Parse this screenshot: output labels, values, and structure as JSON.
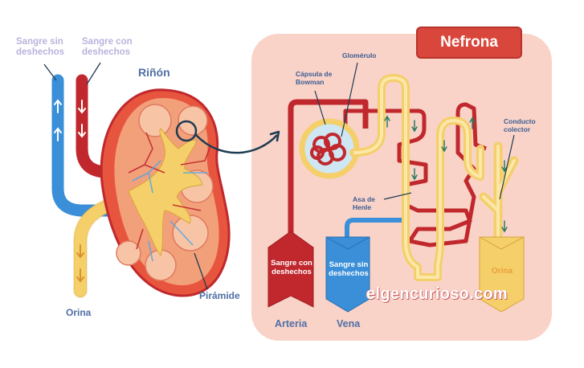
{
  "colors": {
    "artery_red": "#c0282d",
    "vein_blue": "#3a8fd8",
    "urine_yellow": "#f4cf6a",
    "panel_pink": "#f9d3c8",
    "title_red": "#d9463b"
  },
  "labels": {
    "blood_clean": "Sangre sin deshechos",
    "blood_waste": "Sangre con deshechos",
    "kidney": "Riñón",
    "urine": "Orina",
    "pyramid": "Pirámide",
    "glomerulus": "Glomérulo",
    "bowman_capsule": "Cápsula de Bowman",
    "loop_henle": "Asa de Henle",
    "collecting_duct": "Conducto colector",
    "nephron_title": "Nefrona",
    "artery_box": "Sangre con deshechos",
    "vein_box": "Sangre sin deshechos",
    "artery": "Arteria",
    "vein": "Vena",
    "urine_box": "Orina",
    "watermark": "elgencurioso.com"
  }
}
